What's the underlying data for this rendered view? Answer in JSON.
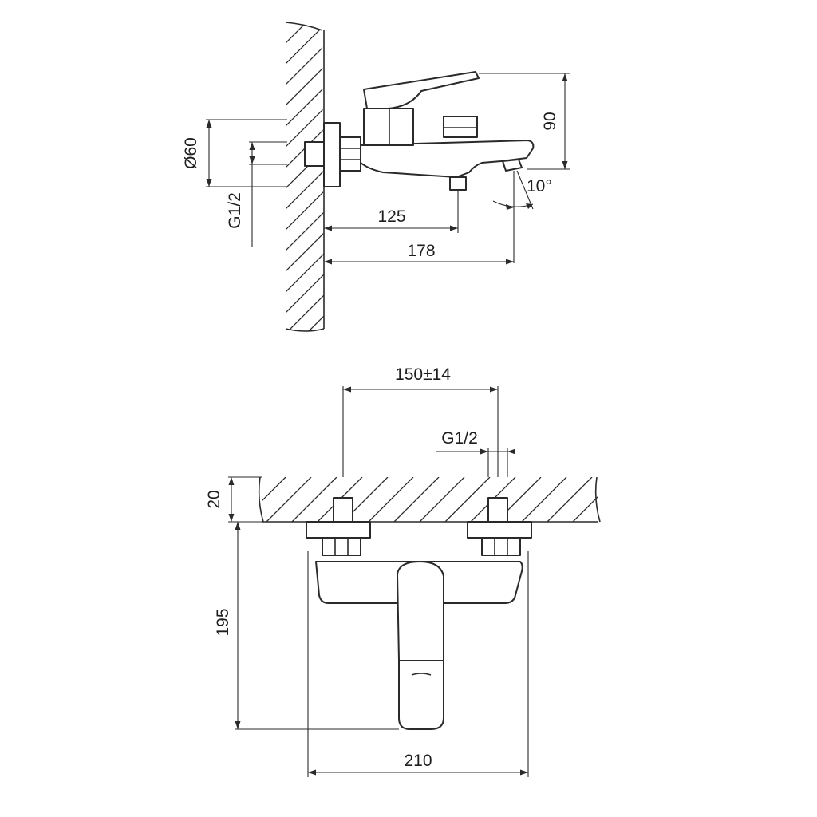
{
  "side_view": {
    "dim_diameter": "Ø60",
    "dim_thread": "G1/2",
    "dim_height": "90",
    "dim_angle": "10°",
    "dim_outlet": "125",
    "dim_spout": "178"
  },
  "front_view": {
    "dim_spacing": "150±14",
    "dim_thread": "G1/2",
    "dim_wall": "20",
    "dim_height": "195",
    "dim_width": "210"
  }
}
